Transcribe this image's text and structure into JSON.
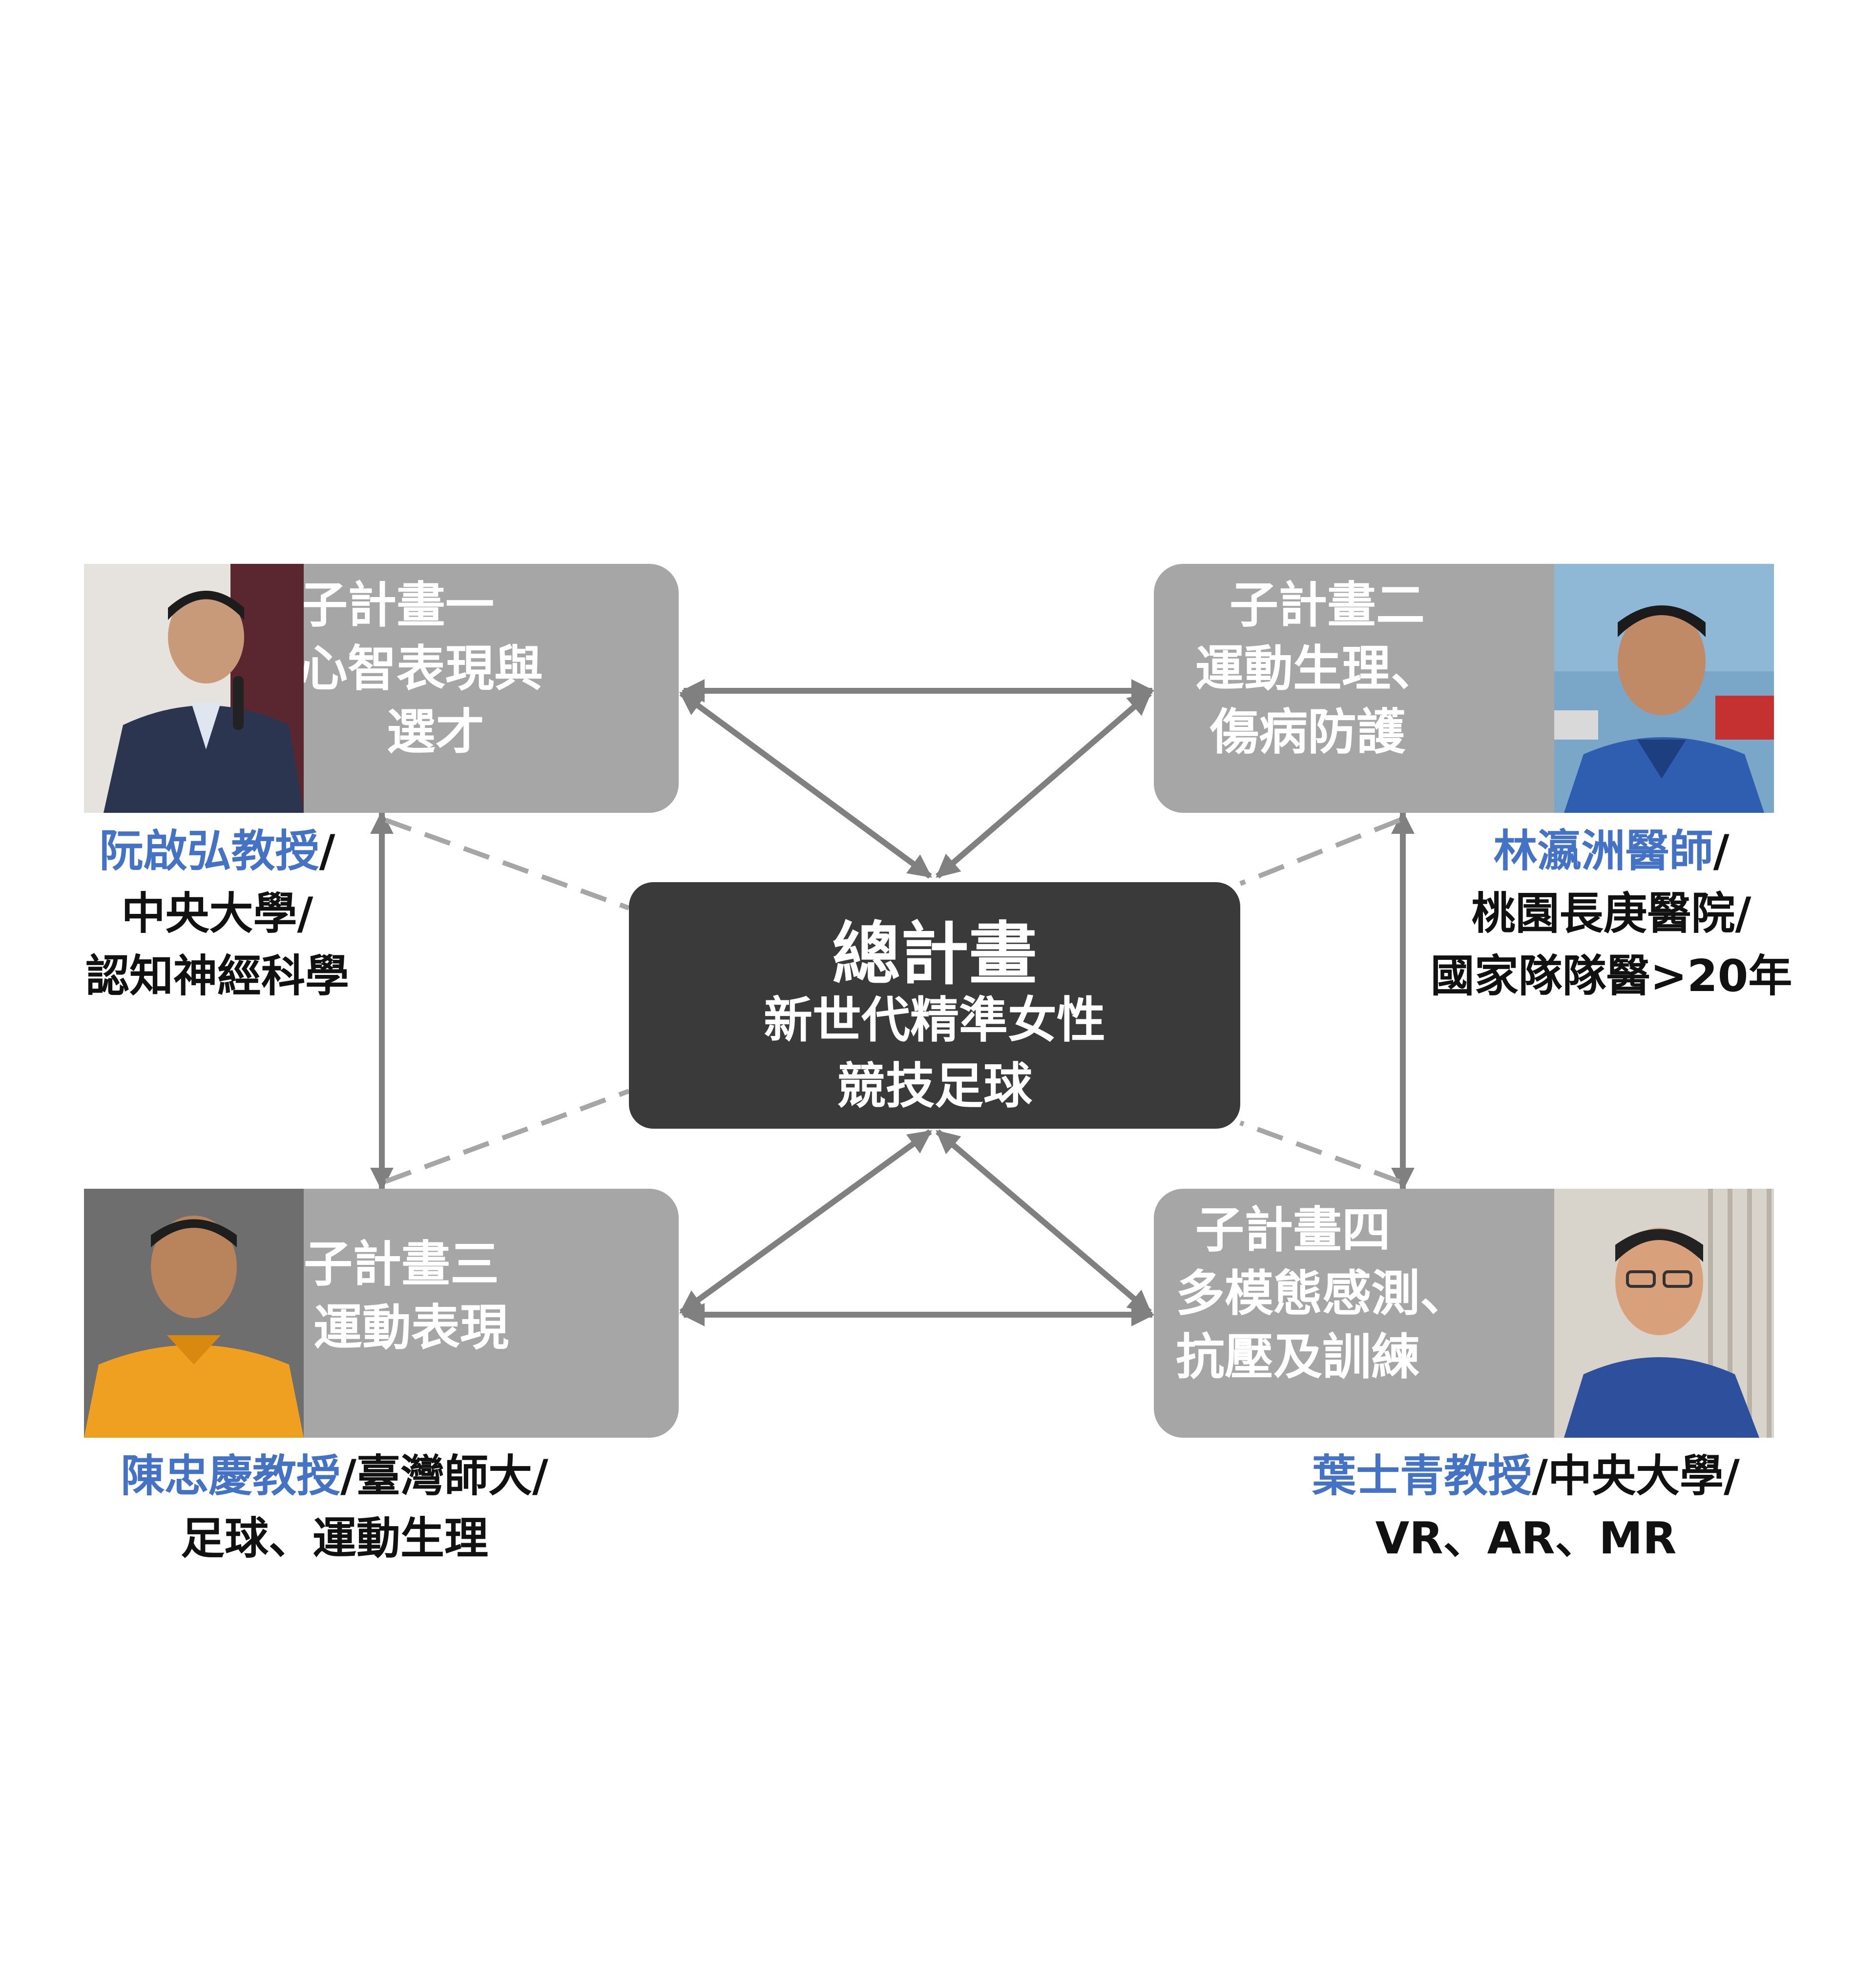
{
  "colors": {
    "sub_box": "#a6a6a6",
    "main_box": "#3a3a3a",
    "name_highlight": "#4472c4",
    "arrow": "#808080"
  },
  "main": {
    "title": "總計畫",
    "subtitle_line1": "新世代精準女性",
    "subtitle_line2": "競技足球"
  },
  "sub1": {
    "line1": "子計畫一",
    "line2": "心智表現與",
    "line3": "選才",
    "photo_icon": "person-portrait-icon",
    "caption": {
      "name": "阮啟弘教授",
      "rest1": "/",
      "line2": "中央大學/",
      "line3": "認知神經科學"
    }
  },
  "sub2": {
    "line1": "子計畫二",
    "line2": "運動生理、",
    "line3": "傷病防護",
    "photo_icon": "person-portrait-icon",
    "caption": {
      "name": "林瀛洲醫師",
      "rest1": "/",
      "line2": "桃園長庚醫院/",
      "line3": "國家隊隊醫>20年"
    }
  },
  "sub3": {
    "line1": "子計畫三",
    "line2": "運動表現",
    "photo_icon": "person-portrait-icon",
    "caption": {
      "name": "陳忠慶教授",
      "rest1": "/臺灣師大/",
      "line2": "足球、運動生理"
    }
  },
  "sub4": {
    "line1": "子計畫四",
    "line2": "多模態感測、",
    "line3": "抗壓及訓練",
    "photo_icon": "person-portrait-icon",
    "caption": {
      "name": "葉士青教授",
      "rest1": "/中央大學/",
      "line2": "VR、AR、MR"
    }
  }
}
